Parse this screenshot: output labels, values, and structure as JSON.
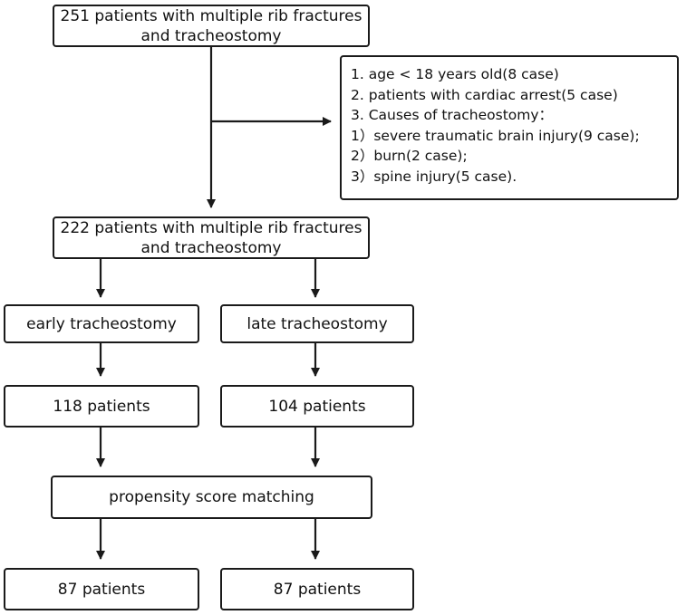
{
  "nodes": {
    "initial": "251 patients with multiple rib fractures and tracheostomy",
    "exclusion": [
      "1. age < 18 years old(8 case)",
      "2. patients with cardiac arrest(5 case)",
      "3. Causes of tracheostomy：",
      "1）severe traumatic brain injury(9 case);",
      "2）burn(2 case);",
      "3）spine injury(5 case)."
    ],
    "included": "222 patients with multiple rib fractures and tracheostomy",
    "early_group": "early tracheostomy",
    "late_group": "late tracheostomy",
    "early_count": "118 patients",
    "late_count": "104 patients",
    "matching": "propensity score matching",
    "early_matched": "87 patients",
    "late_matched": "87 patients"
  }
}
